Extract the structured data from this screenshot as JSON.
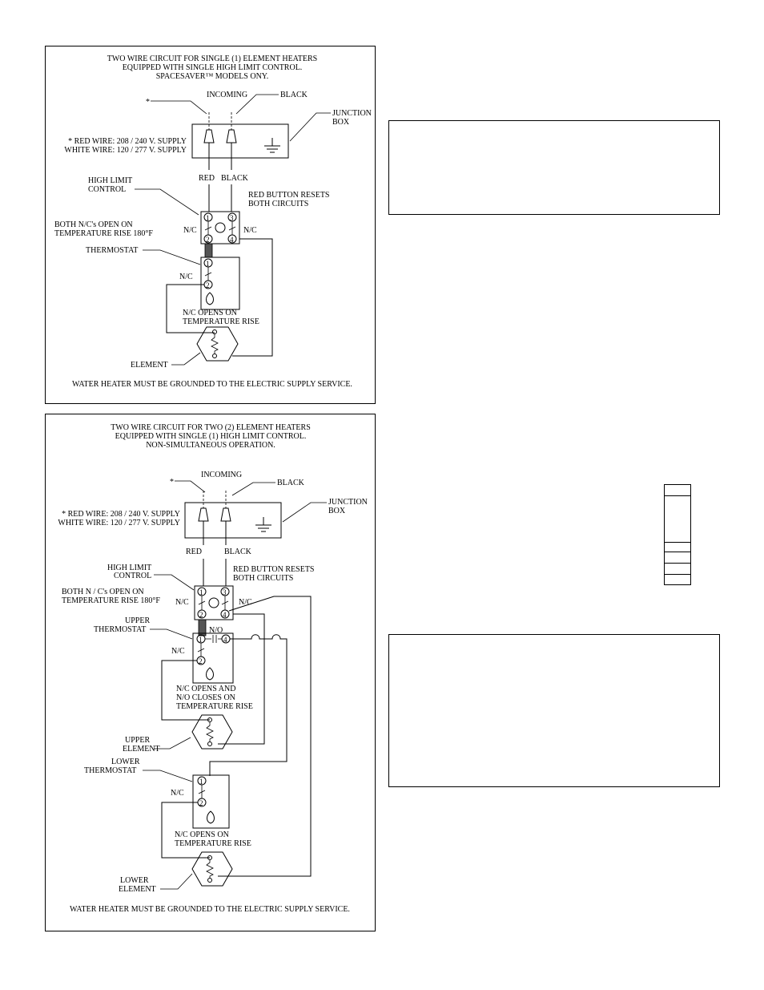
{
  "diagram1": {
    "title": [
      "TWO WIRE CIRCUIT FOR SINGLE (1) ELEMENT HEATERS",
      "EQUIPPED WITH SINGLE HIGH LIMIT CONTROL.",
      "SPACESAVER™ MODELS ONY."
    ],
    "asterisk": "*",
    "incoming": "INCOMING",
    "black": "BLACK",
    "junction_box": [
      "JUNCTION",
      "BOX"
    ],
    "supply_note": [
      "* RED WIRE: 208 / 240 V. SUPPLY",
      "WHITE WIRE: 120 / 277 V. SUPPLY"
    ],
    "red": "RED",
    "black_lead": "BLACK",
    "high_limit": [
      "HIGH LIMIT",
      "CONTROL"
    ],
    "reset_note": [
      "RED BUTTON RESETS",
      "BOTH CIRCUITS"
    ],
    "nc_open_note": [
      "BOTH N/C's OPEN ON",
      "TEMPERATURE RISE 180°F"
    ],
    "nc": "N/C",
    "thermostat": "THERMOSTAT",
    "thermo_note": [
      "N/C OPENS ON",
      "TEMPERATURE RISE"
    ],
    "element": "ELEMENT",
    "ground_note": "WATER HEATER MUST BE GROUNDED TO THE ELECTRIC SUPPLY SERVICE.",
    "terminals": [
      "1",
      "2",
      "3",
      "4"
    ]
  },
  "diagram2": {
    "title": [
      "TWO WIRE CIRCUIT FOR TWO (2) ELEMENT HEATERS",
      "EQUIPPED WITH SINGLE (1) HIGH LIMIT CONTROL.",
      "NON-SIMULTANEOUS OPERATION."
    ],
    "asterisk": "*",
    "incoming": "INCOMING",
    "black": "BLACK",
    "junction_box": [
      "JUNCTION",
      "BOX"
    ],
    "supply_note": [
      "* RED WIRE: 208 / 240 V. SUPPLY",
      "WHITE WIRE: 120 / 277 V. SUPPLY"
    ],
    "red": "RED",
    "black_lead": "BLACK",
    "high_limit": [
      "HIGH LIMIT",
      "CONTROL"
    ],
    "reset_note": [
      "RED BUTTON RESETS",
      "BOTH CIRCUITS"
    ],
    "nc_open_note": [
      "BOTH N / C's OPEN ON",
      "TEMPERATURE RISE 180°F"
    ],
    "nc": "N/C",
    "no": "N/O",
    "upper_thermostat": [
      "UPPER",
      "THERMOSTAT"
    ],
    "upper_note": [
      "N/C OPENS AND",
      "N/O CLOSES ON",
      "TEMPERATURE RISE"
    ],
    "upper_element": [
      "UPPER",
      "ELEMENT"
    ],
    "lower_thermostat": [
      "LOWER",
      "THERMOSTAT"
    ],
    "lower_note": [
      "N/C OPENS ON",
      "TEMPERATURE RISE"
    ],
    "lower_element": [
      "LOWER",
      "ELEMENT"
    ],
    "ground_note": "WATER HEATER MUST BE GROUNDED TO THE ELECTRIC SUPPLY SERVICE.",
    "terminals": [
      "1",
      "2",
      "3",
      "4"
    ]
  }
}
